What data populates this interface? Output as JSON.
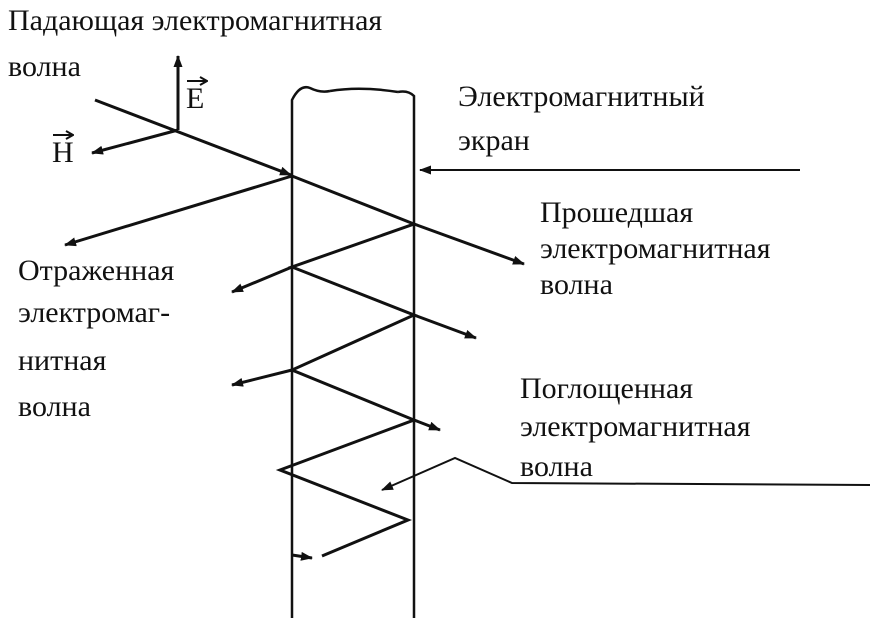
{
  "labels": {
    "incident": [
      "Падающая электромагнитная",
      "волна"
    ],
    "screen": [
      "Электромагнитный",
      "экран"
    ],
    "transmitted": [
      "Прошедшая",
      "электромагнитная",
      "волна"
    ],
    "reflected": [
      "Отраженная",
      "электромаг-",
      "нитная",
      "волна"
    ],
    "absorbed": [
      "Поглощенная",
      "электромагнитная",
      "волна"
    ],
    "e_vector": "E",
    "h_vector": "H"
  },
  "colors": {
    "ink": "#111111",
    "background": "#ffffff"
  }
}
